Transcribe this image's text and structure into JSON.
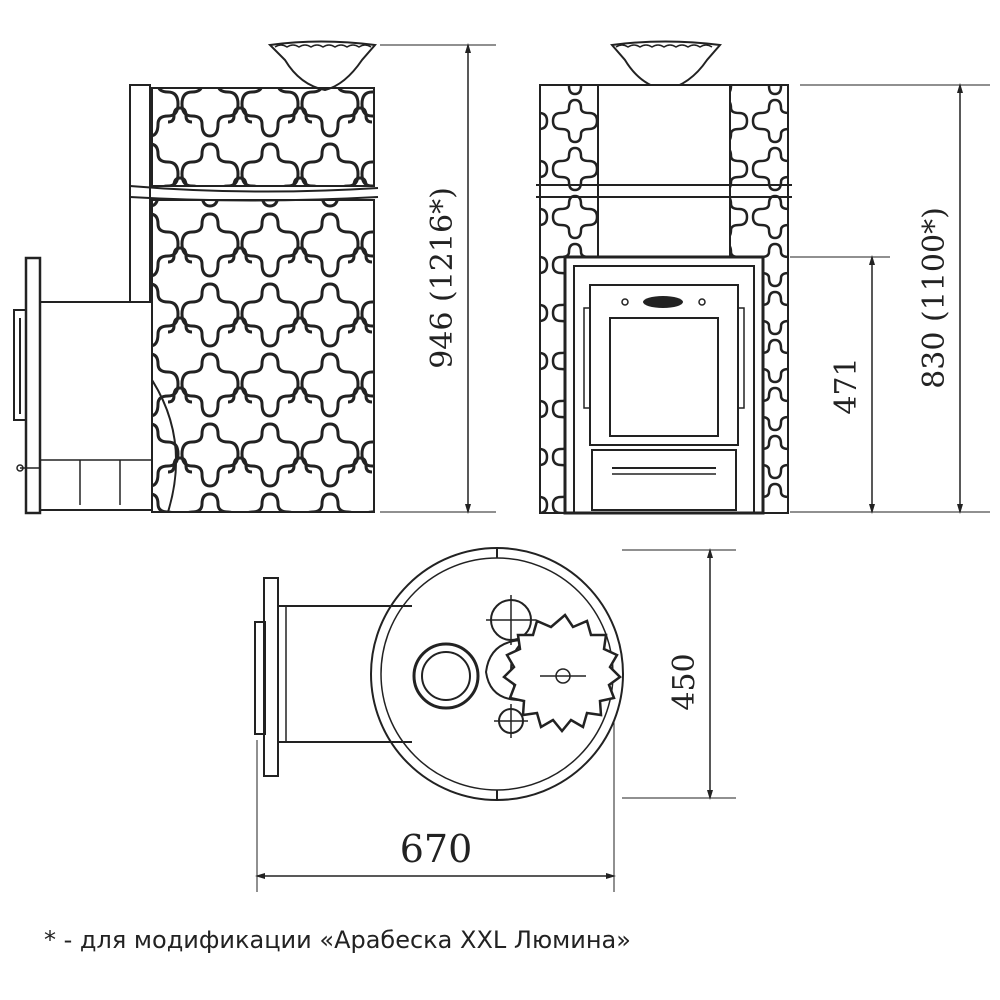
{
  "dimensions": {
    "side_height": "946 (1216*)",
    "front_height": "830 (1100*)",
    "door_height": "471",
    "depth": "450",
    "width": "670"
  },
  "footnote": "* - для модификации «Арабеска XXL Люмина»",
  "colors": {
    "line": "#222222",
    "background": "#ffffff"
  }
}
